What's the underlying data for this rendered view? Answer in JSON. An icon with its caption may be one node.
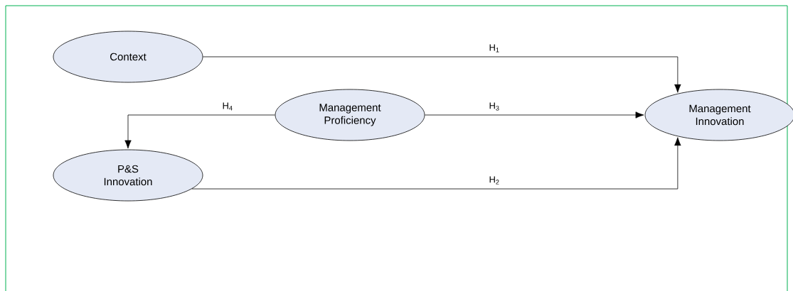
{
  "diagram": {
    "nodes": [
      {
        "text": [
          "Context"
        ]
      },
      {
        "text": [
          "Management Proficiency"
        ]
      },
      {
        "text": [
          "P&S Innovation"
        ]
      },
      {
        "text": [
          "Management Innovation"
        ]
      }
    ],
    "edges": [
      {
        "from": 0,
        "to": 3,
        "arrow": "to",
        "label": "H$_{1}$"
      },
      {
        "from": 1,
        "to": 2,
        "arrow": "to",
        "label": "H$_{4}$"
      },
      {
        "from": 1,
        "to": 3,
        "arrow": "to",
        "label": "H$_{3}$"
      },
      {
        "from": 2,
        "to": 3,
        "arrow": "to",
        "label": "H$_{2}$"
      }
    ]
  }
}
